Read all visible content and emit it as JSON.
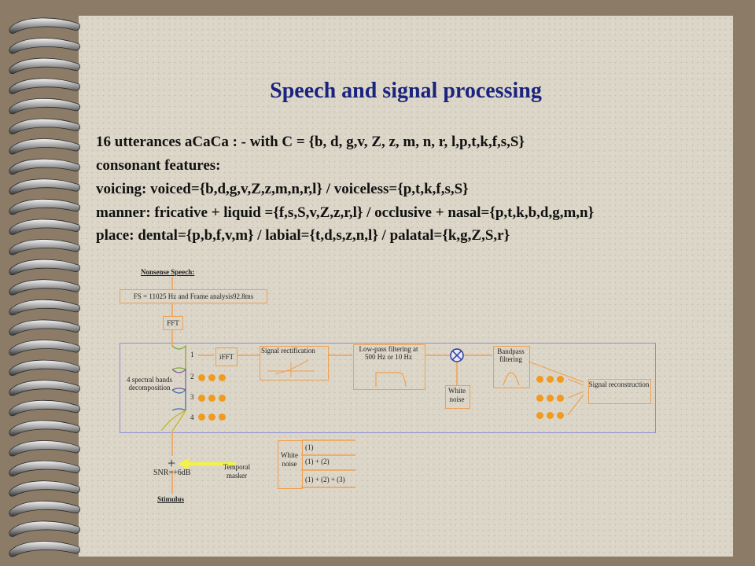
{
  "title": "Speech and signal processing",
  "lines": [
    " 16 utterances aCaCa :  - with C = {b, d, g,v, Z, z, m, n, r, l,p,t,k,f,s,S}",
    "consonant features:",
    "voicing: voiced={b,d,g,v,Z,z,m,n,r,l} / voiceless={p,t,k,f,s,S}",
    "manner: fricative + liquid ={f,s,S,v,Z,z,r,l} / occlusive + nasal={p,t,k,b,d,g,m,n}",
    "place: dental={p,b,f,v,m} / labial={t,d,s,z,n,l} / palatal={k,g,Z,S,r}"
  ],
  "diagram": {
    "nonsense_speech": "Nonsense Speech:",
    "fs_box": "FS = 11025 Hz and Frame analysis92.8ms",
    "fft": "FFT",
    "bands_label": "4 spectral bands decomposition",
    "band_numbers": [
      "1",
      "2",
      "3",
      "4"
    ],
    "ifft": "iFFT",
    "rectification": "Signal rectification",
    "lowpass": "Low-pass filtering at 500 Hz or 10 Hz",
    "white_noise": "White noise",
    "bandpass": "Bandpass filtering",
    "reconstruction": "Signal reconstruction",
    "plus": "+",
    "snr": "SNR=+6dB",
    "stimulus": "Stimulus",
    "temporal_masker": "Temporal masker",
    "white_noise_2": "White noise",
    "masker_options": [
      "(1)",
      "(1) + (2)",
      "(1) + (2) + (3)"
    ]
  }
}
